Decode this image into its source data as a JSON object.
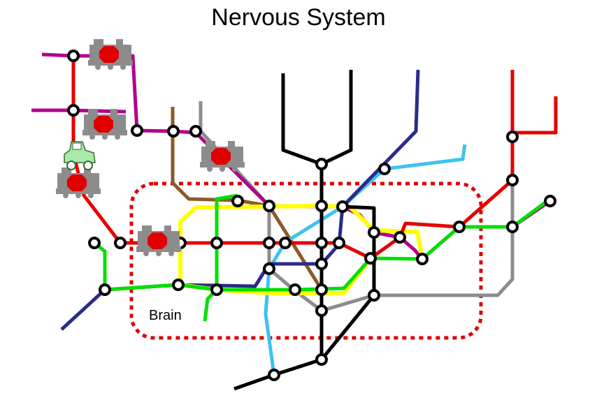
{
  "title": "Nervous System",
  "region_label": "Brain",
  "lines": [
    {
      "name": "red-line",
      "color": "#e60000"
    },
    {
      "name": "magenta-line",
      "color": "#b4008c"
    },
    {
      "name": "green-line",
      "color": "#00e000"
    },
    {
      "name": "yellow-line",
      "color": "#ffff00"
    },
    {
      "name": "navy-line",
      "color": "#2b2b8c"
    },
    {
      "name": "cyan-line",
      "color": "#3cc3f0"
    },
    {
      "name": "brown-line",
      "color": "#8b5a2b"
    },
    {
      "name": "grey-line",
      "color": "#8c8c8c"
    },
    {
      "name": "black-line",
      "color": "#000000"
    }
  ],
  "region_color": "#dd0000",
  "icons": [
    "train-icon",
    "train-icon",
    "train-icon",
    "train-icon",
    "train-icon",
    "car-icon"
  ]
}
